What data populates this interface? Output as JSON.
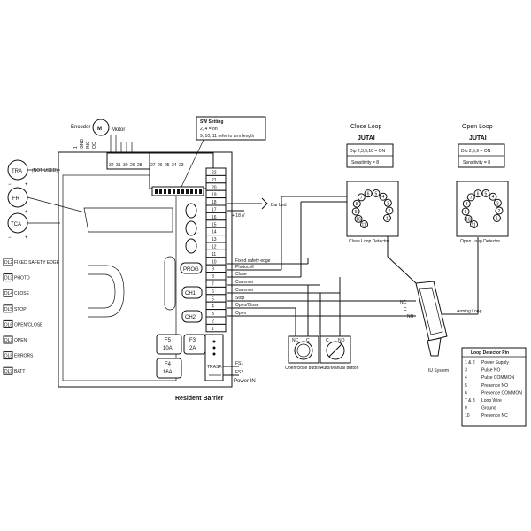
{
  "board": {
    "title": "Resident Barrier",
    "encoder_label": "Encoder",
    "encoder_pins": [
      "1",
      "GND",
      "INC",
      "OC"
    ],
    "motor_label": "Motor",
    "motor_symbol": "M",
    "top_pins": [
      "32",
      "31",
      "30",
      "29",
      "28",
      "27",
      "26",
      "25",
      "24",
      "23"
    ],
    "terminals": [
      "22",
      "21",
      "20",
      "19",
      "18",
      "17",
      "16",
      "15",
      "14",
      "13",
      "12",
      "11",
      "10",
      "9",
      "8",
      "7",
      "6",
      "5",
      "4",
      "3",
      "2",
      "1"
    ],
    "prog": "PROG",
    "ch1": "CH1",
    "ch2": "CH2",
    "fuses": [
      {
        "name": "F5",
        "rating": "10A"
      },
      {
        "name": "F3",
        "rating": "2A"
      },
      {
        "name": "F4",
        "rating": "16A"
      }
    ],
    "trasf": "TRASF.",
    "fs1": "FS1",
    "fs2": "FS2",
    "power_in": "Power IN"
  },
  "sw_setting": {
    "title": "SW Setting",
    "lines": [
      "2, 4 = on",
      "9, 10, 11 refer to arm length"
    ]
  },
  "pots": [
    {
      "label": "TRA",
      "note": "(NOT USED)"
    },
    {
      "label": "FR",
      "note": ""
    },
    {
      "label": "TCA",
      "note": ""
    }
  ],
  "leds": [
    {
      "id": "DL2",
      "label": "FIXED SAFETY EDGE"
    },
    {
      "id": "DL3",
      "label": "PHOTO"
    },
    {
      "id": "DL4",
      "label": "CLOSE"
    },
    {
      "id": "DL5",
      "label": "STOP"
    },
    {
      "id": "DL6",
      "label": "OPEN/CLOSE"
    },
    {
      "id": "DL7",
      "label": "OPEN"
    },
    {
      "id": "DL8",
      "label": "ERRORS"
    },
    {
      "id": "DL9",
      "label": "BATT"
    }
  ],
  "wiring": {
    "bar_led": "Bar Led",
    "plus_18v": "+ 18 V",
    "fixed_safety_edge": "Fixed safety edge",
    "photocell": "Photocell",
    "close": "Close",
    "common1": "Common",
    "common2": "Common",
    "stop": "Stop",
    "open_close": "Open/Close",
    "open": "Open",
    "arming_loop": "Arming Loop",
    "nc": "NC",
    "c": "C",
    "no": "NO"
  },
  "buttons": {
    "open_close_button": "Open/close button",
    "auto_manual_button": "Auto/Manual button"
  },
  "iu_system": "IU System",
  "close_loop": {
    "title": "Close Loop",
    "brand": "JUTAI",
    "dip": "Dip 2,3,5,10 = ON",
    "sensitivity": "Sensitivity = 8",
    "detector_label": "Close Loop Detector",
    "pins": [
      "1",
      "2",
      "3",
      "4",
      "5",
      "6",
      "7",
      "8",
      "9",
      "10",
      "11"
    ]
  },
  "open_loop": {
    "title": "Open Loop",
    "brand": "JUTAI",
    "dip": "Dip 2,5,9 = ON",
    "sensitivity": "Sensitivity = 8",
    "detector_label": "Open Loop Detector",
    "pins": [
      "1",
      "2",
      "3",
      "4",
      "5",
      "6",
      "7",
      "8",
      "9",
      "10",
      "11"
    ]
  },
  "loop_pin_table": {
    "title": "Loop Detector Pin",
    "rows": [
      [
        "1 & 2",
        "Power Supply"
      ],
      [
        "3",
        "Pulse NO"
      ],
      [
        "4",
        "Pulse COMMON"
      ],
      [
        "5",
        "Presence NO"
      ],
      [
        "6",
        "Presence COMMON"
      ],
      [
        "7 & 8",
        "Loop Wire"
      ],
      [
        "9",
        "Ground"
      ],
      [
        "10",
        "Presence NC"
      ]
    ]
  }
}
